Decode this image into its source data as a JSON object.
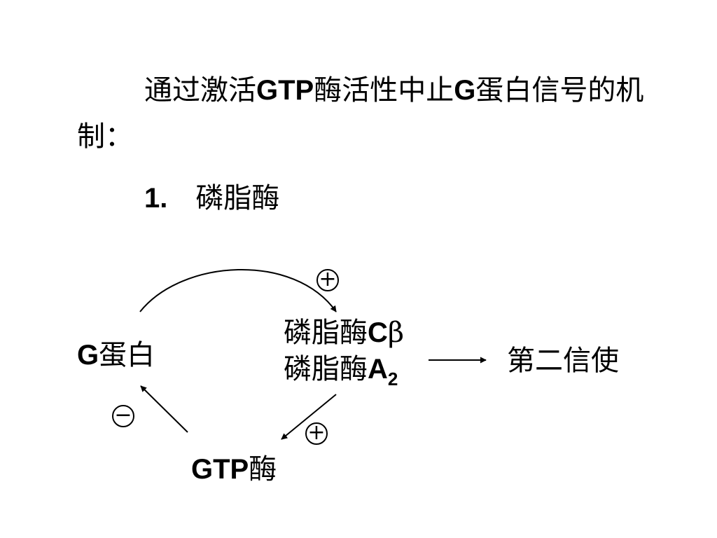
{
  "heading": {
    "part1": "通过激活",
    "gtp": "GTP",
    "part2": "酶活性中止",
    "g": "G",
    "part3": "蛋白信号的机制："
  },
  "item": {
    "number": "1.",
    "label": "磷脂酶"
  },
  "diagram": {
    "g_protein": {
      "g": "G",
      "rest": "蛋白"
    },
    "plc": {
      "text": "磷脂酶",
      "c": "C",
      "beta": "β"
    },
    "pla2": {
      "text": "磷脂酶",
      "a": "A",
      "sub": "2"
    },
    "second_messenger": "第二信使",
    "gtpase": {
      "gtp": "GTP",
      "rest": "酶"
    },
    "sign_plus_top": "+",
    "sign_plus_bottom": "+",
    "sign_minus": "−"
  }
}
